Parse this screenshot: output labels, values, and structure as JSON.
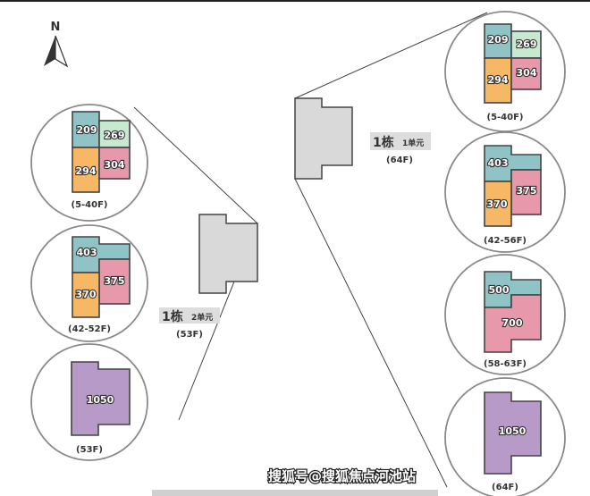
{
  "colors": {
    "teal": "#8fc3c6",
    "green": "#c7e9cf",
    "orange": "#f7b866",
    "pink": "#e798aa",
    "purple": "#b89ac8",
    "building": "#d9d9d9"
  },
  "compass": {
    "label": "N"
  },
  "building_left": {
    "name": "1栋",
    "unit": "2单元",
    "floors": "(53F)"
  },
  "building_right": {
    "name": "1栋",
    "unit": "1单元",
    "floors": "(64F)"
  },
  "left_plans": [
    {
      "floors": "(5-40F)",
      "units": [
        "209",
        "269",
        "294",
        "304"
      ]
    },
    {
      "floors": "(42-52F)",
      "units": [
        "403",
        "375",
        "370"
      ]
    },
    {
      "floors": "(53F)",
      "units": [
        "1050"
      ]
    }
  ],
  "right_plans": [
    {
      "floors": "(5-40F)",
      "units": [
        "209",
        "269",
        "294",
        "304"
      ]
    },
    {
      "floors": "(42-56F)",
      "units": [
        "403",
        "375",
        "370"
      ]
    },
    {
      "floors": "(58-63F)",
      "units": [
        "500",
        "700"
      ]
    },
    {
      "floors": "(64F)",
      "units": [
        "1050"
      ]
    }
  ],
  "watermark": "搜狐号@搜狐焦点河池站"
}
